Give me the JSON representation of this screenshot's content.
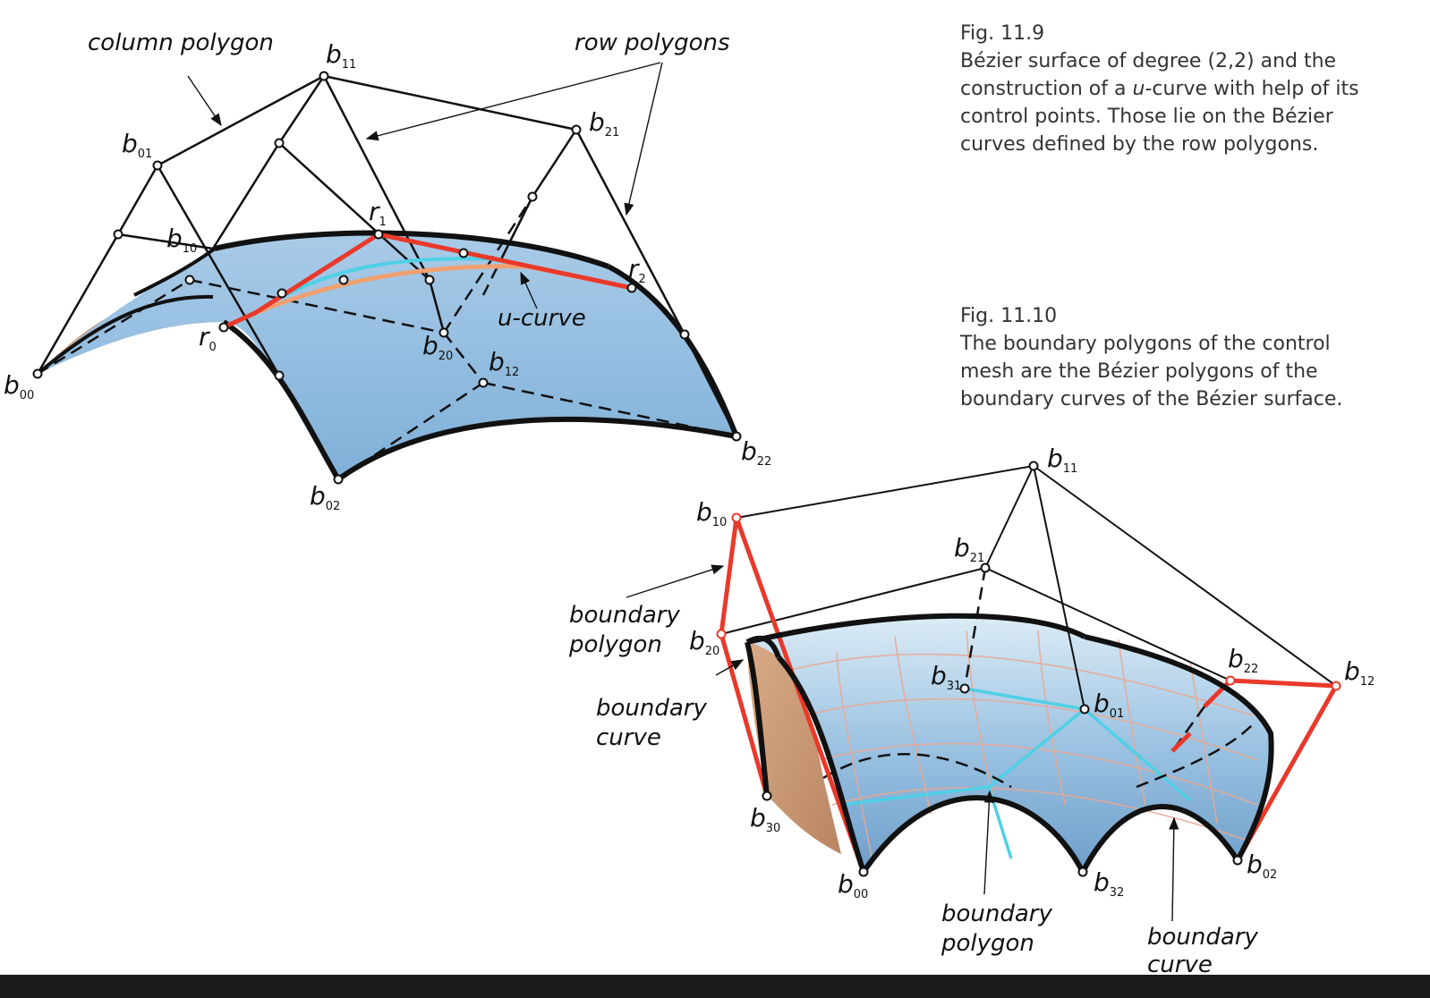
{
  "figures": [
    {
      "number": "Fig. 11.9",
      "caption_pre": "Bézier surface of degree (2,2) and the construction of a ",
      "caption_italic": "u",
      "caption_post": "-curve with help of its control points. Those lie on the Bézier curves defined by the row polygons."
    },
    {
      "number": "Fig. 11.10",
      "caption": "The boundary polygons of the control mesh are the Bézier polygons of the boundary curves of the Bézier surface."
    }
  ],
  "labels_fig_11_9": {
    "column_polygon": "column polygon",
    "row_polygons": "row polygons",
    "u_curve": "u-curve",
    "b": "b",
    "r": "r",
    "b00_sub": "00",
    "b01_sub": "01",
    "b02_sub": "02",
    "b10_sub": "10",
    "b11_sub": "11",
    "b12_sub": "12",
    "b20_sub": "20",
    "b21_sub": "21",
    "b22_sub": "22",
    "r0_sub": "0",
    "r1_sub": "1",
    "r2_sub": "2"
  },
  "labels_fig_11_10": {
    "boundary_polygon_1": "boundary",
    "boundary_polygon_2": "polygon",
    "boundary_curve_1": "boundary",
    "boundary_curve_2": "curve",
    "b": "b",
    "b00_sub": "00",
    "b01_sub": "01",
    "b02_sub": "02",
    "b10_sub": "10",
    "b11_sub": "11",
    "b12_sub": "12",
    "b20_sub": "20",
    "b21_sub": "21",
    "b22_sub": "22",
    "b30_sub": "30",
    "b31_sub": "31",
    "b32_sub": "32"
  },
  "colors": {
    "surface_blue": "#8fb9dc",
    "surface_blue_light": "#bdd7ec",
    "surface_brown": "#c9976e",
    "red": "#e8392b",
    "cyan": "#4fd0e6",
    "orange": "#f0a070",
    "ink": "#111111"
  }
}
